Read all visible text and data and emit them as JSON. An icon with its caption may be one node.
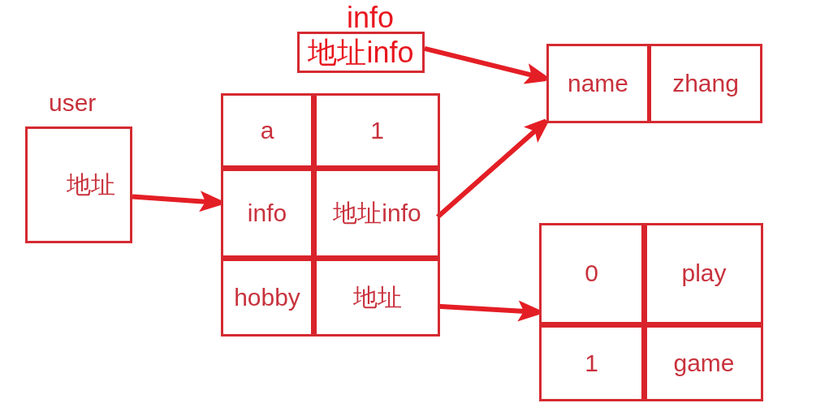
{
  "diagram": {
    "nodes": [
      {
        "text": [
          "user",
          "地址"
        ]
      },
      {
        "text": [],
        "shape": "box"
      },
      {
        "text": [
          "a"
        ],
        "in": 1
      },
      {
        "text": [
          "1"
        ],
        "in": 1
      },
      {
        "text": [
          "info"
        ],
        "in": 1
      },
      {
        "text": [
          "地址info"
        ],
        "in": 1
      },
      {
        "text": [
          "hobby"
        ],
        "in": 1
      },
      {
        "text": [
          "地址"
        ],
        "in": 1
      },
      {
        "text": [
          "info",
          "地址info"
        ]
      },
      {
        "text": [],
        "shape": "box"
      },
      {
        "text": [
          "name"
        ],
        "in": 9
      },
      {
        "text": [
          "zhang"
        ],
        "in": 9
      },
      {
        "text": [],
        "shape": "box"
      },
      {
        "text": [
          "0"
        ],
        "in": 12
      },
      {
        "text": [
          "play"
        ],
        "in": 12
      },
      {
        "text": [
          "1"
        ],
        "in": 12
      },
      {
        "text": [
          "game"
        ],
        "in": 12
      }
    ],
    "edges": [
      {
        "from": 0,
        "to": 1,
        "arrow": "to"
      },
      {
        "from": 8,
        "to": 9,
        "arrow": "to"
      },
      {
        "from": 5,
        "to": 9,
        "arrow": "to"
      },
      {
        "from": 7,
        "to": 12,
        "arrow": "to"
      }
    ]
  }
}
